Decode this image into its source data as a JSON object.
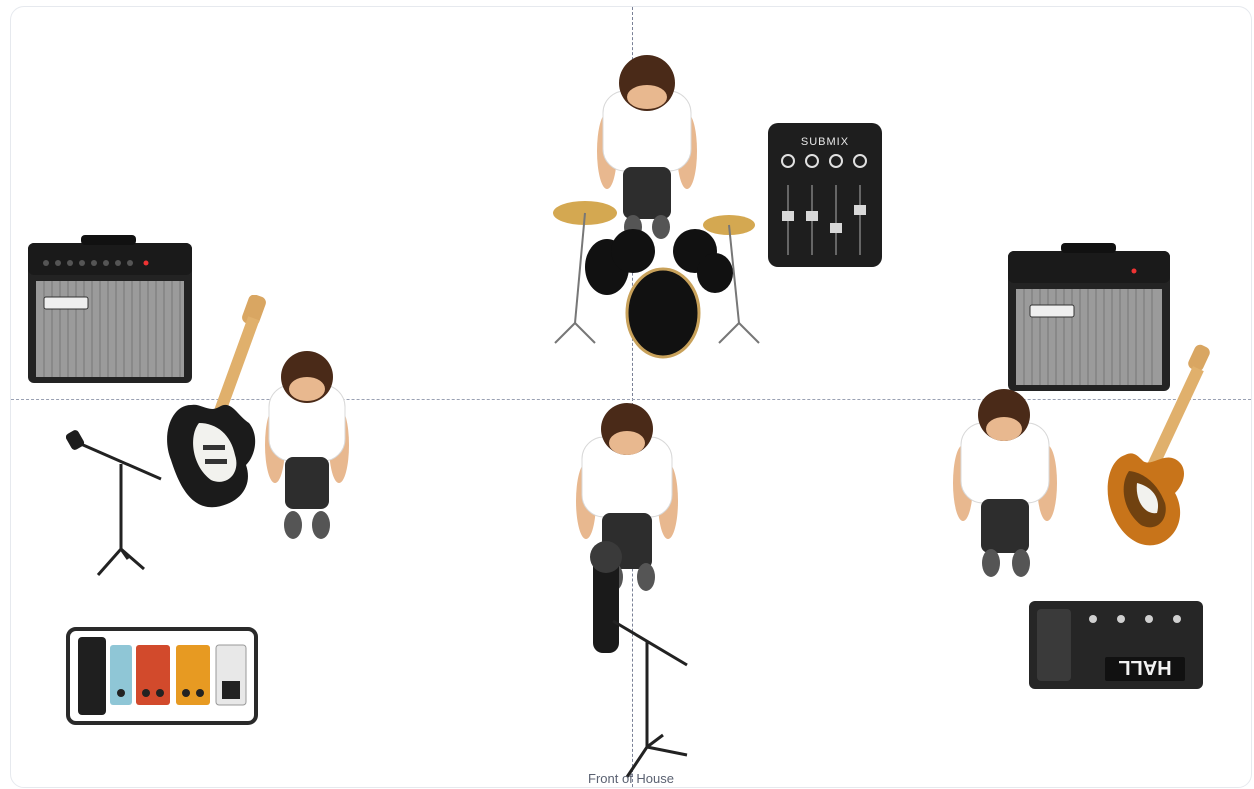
{
  "stage": {
    "front_label": "Front of House"
  },
  "submix": {
    "title": "SUBMIX"
  },
  "effects_unit": {
    "display": "HALL"
  },
  "colors": {
    "dashed_line": "#7a8196",
    "shirt": "#ffffff",
    "hair": "#4a2a18",
    "skin": "#e8b88f",
    "amp_body": "#2a2a2a",
    "cymbal": "#d4a851",
    "bass_sunburst": "#c8741a"
  }
}
